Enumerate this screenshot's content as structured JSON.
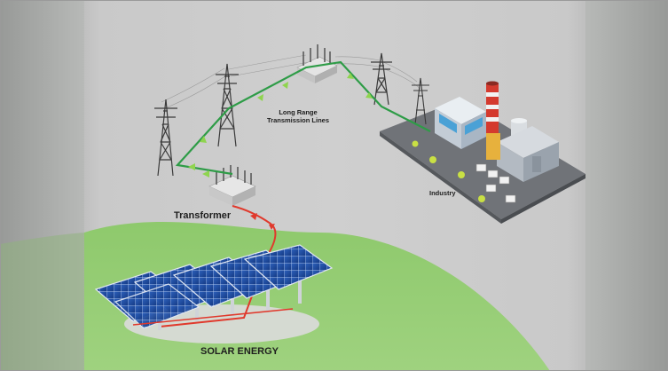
{
  "labels": {
    "transformer": "Transformer",
    "transmission_line1": "Long Range",
    "transmission_line2": "Transmission Lines",
    "industry": "Industry",
    "solar": "SOLAR ENERGY"
  },
  "colors": {
    "background": "#9a9a9a",
    "hill": "#8cc66a",
    "ground_shadow": "#c7c7c7",
    "transmission_line": "#2e9c47",
    "solar_line": "#e0392c",
    "panel": "#1f4fa3",
    "industry_platform": "#6c6f74",
    "chimney": "#d43a2e"
  }
}
